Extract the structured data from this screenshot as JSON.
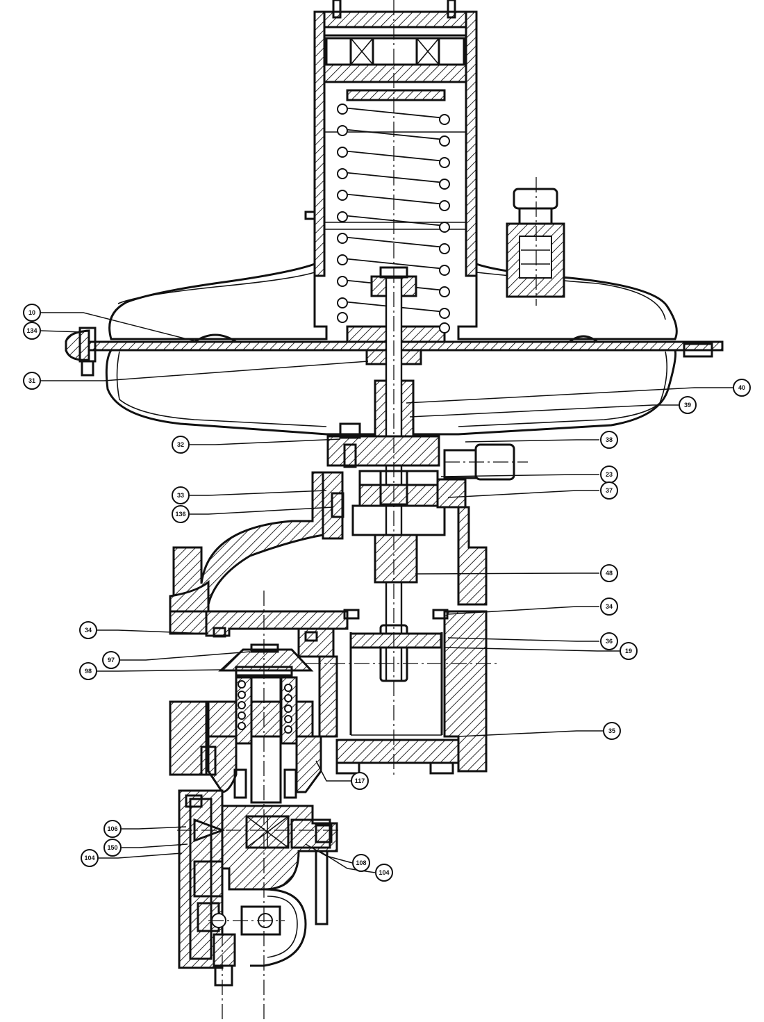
{
  "drawing": {
    "callouts": [
      {
        "label": "10"
      },
      {
        "label": "134"
      },
      {
        "label": "31"
      },
      {
        "label": "40"
      },
      {
        "label": "39"
      },
      {
        "label": "32"
      },
      {
        "label": "38"
      },
      {
        "label": "23"
      },
      {
        "label": "33"
      },
      {
        "label": "37"
      },
      {
        "label": "136"
      },
      {
        "label": "48"
      },
      {
        "label": "34"
      },
      {
        "label": "34"
      },
      {
        "label": "36"
      },
      {
        "label": "19"
      },
      {
        "label": "97"
      },
      {
        "label": "98"
      },
      {
        "label": "35"
      },
      {
        "label": "117"
      },
      {
        "label": "106"
      },
      {
        "label": "150"
      },
      {
        "label": "104"
      },
      {
        "label": "108"
      },
      {
        "label": "104"
      }
    ]
  }
}
